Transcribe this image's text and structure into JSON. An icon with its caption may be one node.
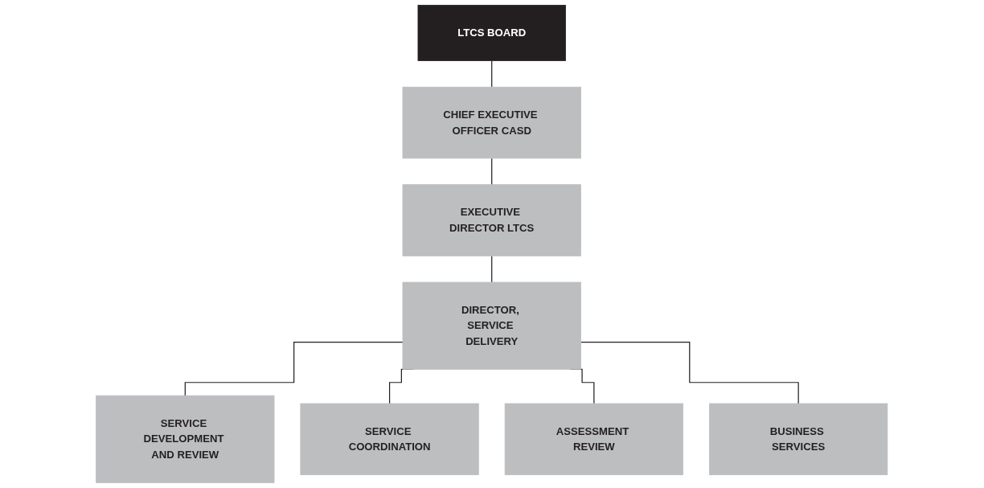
{
  "diagram": {
    "nodes": [
      {
        "text": [
          "LTCS BOARD"
        ]
      },
      {
        "text": [
          "CHIEF EXECUTIVE OFFICER CASD"
        ]
      },
      {
        "text": [
          "EXECUTIVE DIRECTOR LTCS"
        ]
      },
      {
        "text": [
          "DIRECTOR, SERVICE DELIVERY"
        ]
      },
      {
        "text": [
          "SERVICE DEVELOPMENT AND REVIEW"
        ]
      },
      {
        "text": [
          "SERVICE COORDINATION"
        ]
      },
      {
        "text": [
          "ASSESSMENT REVIEW"
        ]
      },
      {
        "text": [
          "BUSINESS SERVICES"
        ]
      }
    ],
    "edges": [
      {
        "from": 0,
        "to": 1,
        "arrow": "none"
      },
      {
        "from": 1,
        "to": 2,
        "arrow": "none"
      },
      {
        "from": 2,
        "to": 3,
        "arrow": "none"
      },
      {
        "from": 3,
        "to": 4,
        "arrow": "none"
      },
      {
        "from": 3,
        "to": 5,
        "arrow": "none"
      },
      {
        "from": 3,
        "to": 6,
        "arrow": "none"
      },
      {
        "from": 3,
        "to": 7,
        "arrow": "none"
      }
    ]
  }
}
